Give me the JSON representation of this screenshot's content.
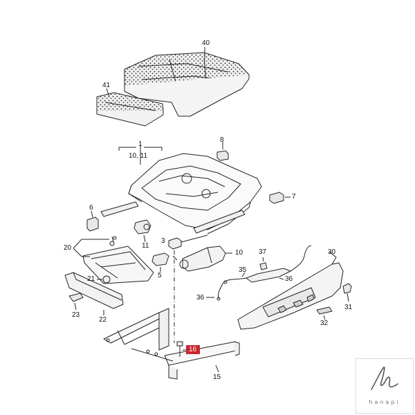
{
  "title": "",
  "callouts": {
    "c1": "1",
    "c10_11": "10, 11",
    "c3": "3",
    "c5": "5",
    "c6": "6",
    "c7": "7",
    "c8": "8",
    "c10": "10",
    "c11": "11",
    "c15": "15",
    "c16": "16",
    "c20": "20",
    "c21": "21",
    "c22": "22",
    "c23": "23",
    "c30": "30",
    "c31": "31",
    "c32": "32",
    "c35": "35",
    "c36a": "36",
    "c36b": "36",
    "c37": "37",
    "c40": "40",
    "c41": "41"
  },
  "highlight": {
    "part": "16",
    "color": "#c8272f"
  },
  "logo": {
    "text": "hanapi",
    "icon": "hanapi-logo-icon"
  }
}
